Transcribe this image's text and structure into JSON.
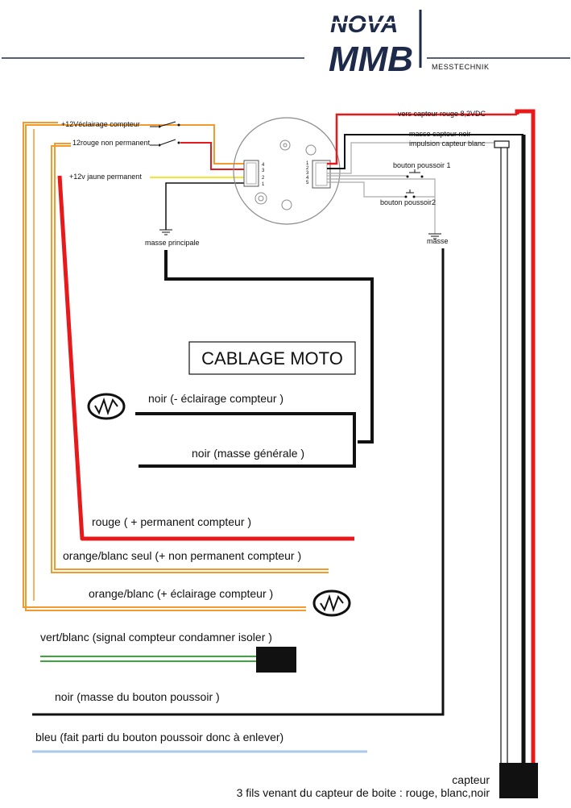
{
  "logo": {
    "brand_top": "NOVA",
    "brand_main": "MMB",
    "tagline": "MESSTECHNIK"
  },
  "title": "CABLAGE MOTO",
  "top_labels": {
    "eclairage": "+12Véclairage compteur",
    "rouge_non_perm": "12rouge non permanent",
    "jaune_perm": "+12v jaune permanent",
    "masse_principale": "masse principale",
    "capteur_rouge": "vers capteur rouge 8,2VDC",
    "masse_capteur": "masse capteur noir",
    "impulsion_capteur": "impulsion capteur blanc",
    "bouton1": "bouton poussoir 1",
    "bouton2": "bouton poussoir2",
    "masse": "masse",
    "pins_left": [
      "4",
      "3",
      "2",
      "1"
    ],
    "pins_right": [
      "1",
      "2",
      "3",
      "4",
      "5"
    ]
  },
  "wire_labels": {
    "noir_eclairage": "noir (- éclairage compteur )",
    "noir_masse": "noir (masse générale )",
    "rouge_perm": "rouge ( + permanent compteur )",
    "orange_seul": "orange/blanc seul (+ non permanent compteur )",
    "orange_eclairage": "orange/blanc (+ éclairage compteur )",
    "vert_blanc": "vert/blanc (signal compteur condamner isoler )",
    "noir_bouton": "noir (masse du bouton poussoir )",
    "bleu": "bleu (fait parti du bouton poussoir donc à enlever)"
  },
  "capteur": {
    "title": "capteur",
    "subtitle": "3 fils venant du capteur de boite : rouge, blanc,noir"
  },
  "colors": {
    "red": "#e8191a",
    "orange": "#f39a2c",
    "yellow": "#f2e634",
    "black": "#111111",
    "green": "#3aa83a",
    "blue": "#a9c8ea",
    "grey": "#777777",
    "logo_blue": "#1d2a4a"
  }
}
